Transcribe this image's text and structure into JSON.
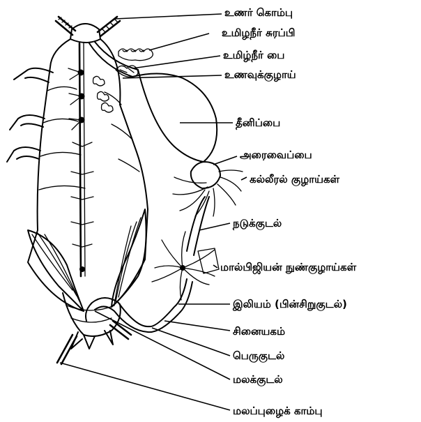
{
  "diagram": {
    "labels": {
      "antenna": "உணர் கொம்பு",
      "salivary_gland": "உமிழநீர் சுரப்பி",
      "salivary_reservoir": "உமிழ்நீர் பை",
      "esophagus": "உணவுக்குழாய்",
      "crop": "தீனிப்பை",
      "gizzard": "அரைவைப்பை",
      "hepatic_caeca": "கல்லீரல் குழாய்கள்",
      "midgut": "நடுக்குடல்",
      "malpighian_tubules": "மால்பிஜியன் நுண்குழாய்கள்",
      "ileum": "இலியம் (பின்சிறுகுடல்)",
      "colon": "சினையகம்",
      "rectum": "பெருகுடல்",
      "anal_canal": "மலக்குடல்",
      "anal_cerci": "மலப்புழைக் காம்பு"
    }
  }
}
